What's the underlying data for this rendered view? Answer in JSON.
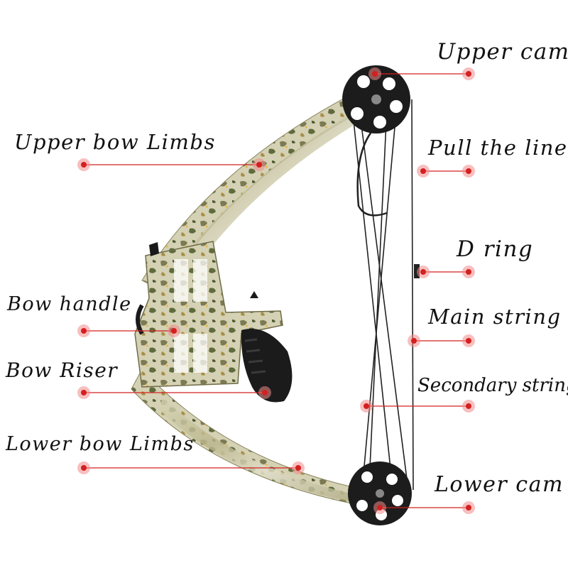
{
  "labels": {
    "upper_cam": "Upper cam",
    "pull_the_line": "Pull the line",
    "d_ring": "D ring",
    "main_string": "Main string",
    "secondary_string": "Secondary string",
    "lower_cam": "Lower cam",
    "upper_bow_limbs": "Upper bow Limbs",
    "bow_handle": "Bow handle",
    "bow_riser": "Bow Riser",
    "lower_bow_limbs": "Lower bow Limbs"
  },
  "colors": {
    "leader_line": "#d42020",
    "marker": "#d42020",
    "camo_base": "#c8c8a8",
    "cam_body": "#1c1c1c"
  }
}
